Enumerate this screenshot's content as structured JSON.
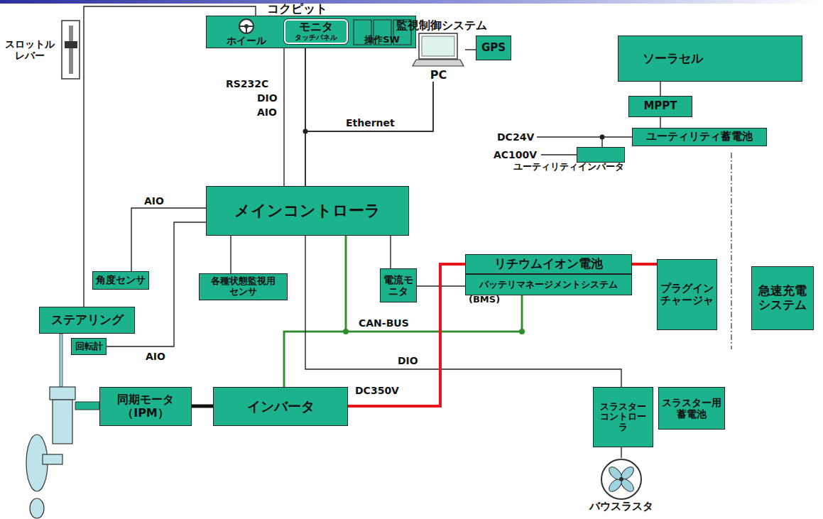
{
  "diagram": {
    "nodes": [
      {
        "text": [
          "コクピット"
        ]
      },
      {
        "text": [
          "ホイール"
        ],
        "in": 0
      },
      {
        "text": [
          "モニタ",
          "タッチパネル"
        ],
        "in": 0
      },
      {
        "text": [
          "操作SW"
        ],
        "in": 0
      },
      {
        "text": [
          "スロットル レバー"
        ]
      },
      {
        "text": [
          "監視制御システム",
          "PC"
        ]
      },
      {
        "text": [
          "GPS"
        ]
      },
      {
        "text": [
          "ソーラセル"
        ]
      },
      {
        "text": [
          "MPPT"
        ]
      },
      {
        "text": [
          "ユーティリティ蓄電池"
        ]
      },
      {
        "text": [
          "ユーティリティインバータ"
        ]
      },
      {
        "text": [
          "メインコントローラ"
        ]
      },
      {
        "text": [
          "角度センサ"
        ]
      },
      {
        "text": [
          "各種状態監視用センサ"
        ]
      },
      {
        "text": [
          "電流モニタ"
        ]
      },
      {
        "text": [
          "リチウムイオン電池"
        ]
      },
      {
        "text": [
          "バッテリマネージメントシステム",
          "(BMS)"
        ]
      },
      {
        "text": [
          "プラグインチャージャ"
        ]
      },
      {
        "text": [
          "急速充電システム"
        ]
      },
      {
        "text": [
          "ステアリング"
        ]
      },
      {
        "text": [
          "回転計"
        ]
      },
      {
        "text": [
          "同期モータ （IPM）"
        ]
      },
      {
        "text": [
          "インバータ"
        ]
      },
      {
        "text": [
          "スラスターコントローラ"
        ]
      },
      {
        "text": [
          "スラスター用蓄電池"
        ]
      },
      {
        "text": [
          "バウスラスタ"
        ]
      }
    ],
    "edges": [
      {
        "from": 0,
        "to": 11,
        "arrow": "none"
      },
      {
        "from": 2,
        "to": 11,
        "arrow": "none"
      },
      {
        "from": 5,
        "to": 11,
        "arrow": "none"
      },
      {
        "from": 5,
        "to": 2,
        "arrow": "none"
      },
      {
        "from": 5,
        "to": 6,
        "arrow": "none"
      },
      {
        "from": 7,
        "to": 8,
        "arrow": "none"
      },
      {
        "from": 8,
        "to": 9,
        "arrow": "none"
      },
      {
        "from": 9,
        "to": 10,
        "arrow": "none"
      },
      {
        "from": 0,
        "to": 19,
        "arrow": "none"
      },
      {
        "from": 11,
        "to": 12,
        "arrow": "none"
      },
      {
        "from": 11,
        "to": 20,
        "arrow": "none"
      },
      {
        "from": 11,
        "to": 13,
        "arrow": "none"
      },
      {
        "from": 11,
        "to": 14,
        "arrow": "none"
      },
      {
        "from": 14,
        "to": 16,
        "arrow": "none"
      },
      {
        "from": 11,
        "to": 16,
        "arrow": "none"
      },
      {
        "from": 11,
        "to": 22,
        "arrow": "none"
      },
      {
        "from": 16,
        "to": 22,
        "arrow": "none"
      },
      {
        "from": 11,
        "to": 23,
        "arrow": "none"
      },
      {
        "from": 22,
        "to": 15,
        "arrow": "none"
      },
      {
        "from": 15,
        "to": 17,
        "arrow": "none"
      },
      {
        "from": 21,
        "to": 22,
        "arrow": "none"
      },
      {
        "from": 23,
        "to": 25,
        "arrow": "none"
      }
    ],
    "labels": [
      "RS232C",
      "DIO",
      "AIO",
      "Ethernet",
      "DC24V",
      "AC100V",
      "AIO",
      "AIO",
      "CAN-BUS",
      "DIO",
      "DC350V"
    ]
  }
}
